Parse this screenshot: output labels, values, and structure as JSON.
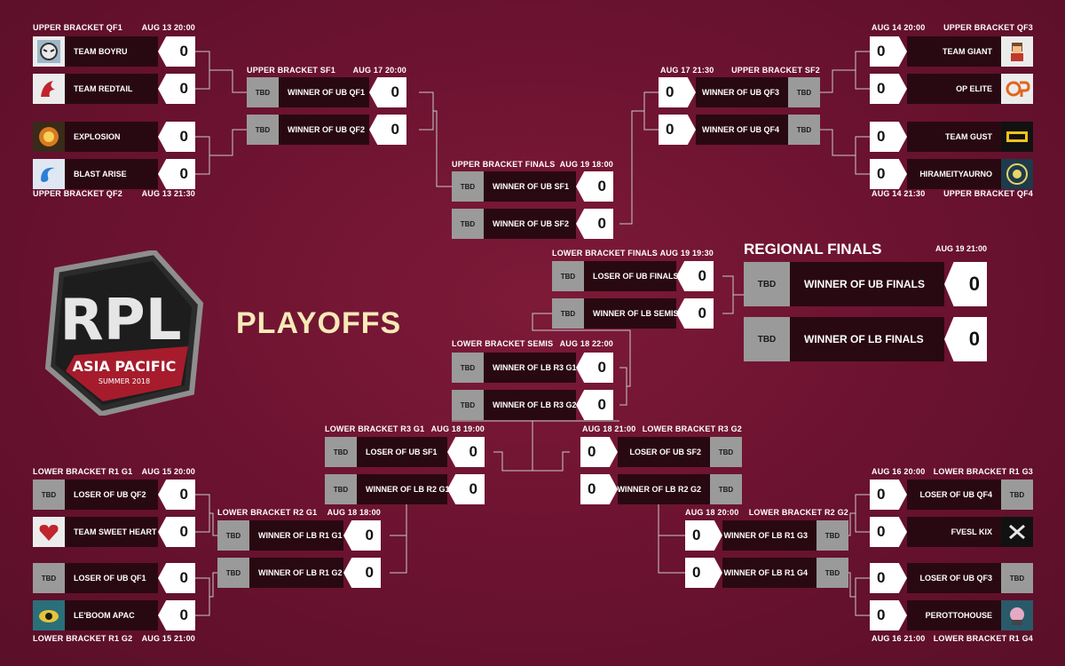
{
  "title": "PLAYOFFS",
  "logo": {
    "main": "RPL",
    "sub": "ASIA PACIFIC",
    "season": "SUMMER 2018"
  },
  "headers": [
    {
      "key": "ubqf1",
      "l": "UPPER BRACKET QF1",
      "r": "AUG 13 20:00"
    },
    {
      "key": "ubqf2",
      "l": "UPPER BRACKET QF2",
      "r": "AUG 13 21:30"
    },
    {
      "key": "ubsf1",
      "l": "UPPER BRACKET SF1",
      "r": "AUG 17 20:00"
    },
    {
      "key": "ubf",
      "l": "UPPER BRACKET FINALS",
      "r": "AUG 19 18:00"
    },
    {
      "key": "ubsf2",
      "l": "AUG 17 21:30",
      "r": "UPPER BRACKET SF2"
    },
    {
      "key": "ubqf3",
      "l": "AUG 14 20:00",
      "r": "UPPER BRACKET QF3"
    },
    {
      "key": "ubqf4",
      "l": "AUG 14 21:30",
      "r": "UPPER BRACKET QF4"
    },
    {
      "key": "lbf",
      "l": "LOWER BRACKET FINALS",
      "r": "AUG 19 19:30"
    },
    {
      "key": "lbsemis",
      "l": "LOWER BRACKET SEMIS",
      "r": "AUG 18 22:00"
    },
    {
      "key": "lbr3g1",
      "l": "LOWER BRACKET R3 G1",
      "r": "AUG 18 19:00"
    },
    {
      "key": "lbr3g2",
      "l": "AUG 18 21:00",
      "r": "LOWER BRACKET R3 G2"
    },
    {
      "key": "lbr1g1",
      "l": "LOWER BRACKET R1 G1",
      "r": "AUG 15 20:00"
    },
    {
      "key": "lbr1g2",
      "l": "LOWER BRACKET R1 G2",
      "r": "AUG 15 21:00"
    },
    {
      "key": "lbr2g1",
      "l": "LOWER BRACKET R2 G1",
      "r": "AUG 18 18:00"
    },
    {
      "key": "lbr2g2",
      "l": "AUG 18 20:00",
      "r": "LOWER BRACKET R2 G2"
    },
    {
      "key": "lbr1g3",
      "l": "AUG 16 20:00",
      "r": "LOWER BRACKET R1 G3"
    },
    {
      "key": "lbr1g4",
      "l": "AUG 16 21:00",
      "r": "LOWER BRACKET R1 G4"
    }
  ],
  "regional_finals": {
    "title": "REGIONAL FINALS",
    "date": "AUG 19 21:00"
  },
  "rows": [
    {
      "key": "r1",
      "name": "TEAM BOYRU",
      "score": "0",
      "logo": "tiger-logo"
    },
    {
      "key": "r2",
      "name": "TEAM REDTAIL",
      "score": "0",
      "logo": "dragon-logo"
    },
    {
      "key": "r3",
      "name": "EXPLOSION",
      "score": "0",
      "logo": "explosion-logo"
    },
    {
      "key": "r4",
      "name": "BLAST ARISE",
      "score": "0",
      "logo": "wave-logo"
    },
    {
      "key": "r5",
      "name": "WINNER OF UB QF1",
      "score": "0",
      "badge": "TBD"
    },
    {
      "key": "r6",
      "name": "WINNER OF UB QF2",
      "score": "0",
      "badge": "TBD"
    },
    {
      "key": "r7",
      "name": "WINNER OF UB SF1",
      "score": "0",
      "badge": "TBD"
    },
    {
      "key": "r8",
      "name": "WINNER OF UB SF2",
      "score": "0",
      "badge": "TBD"
    },
    {
      "key": "r9",
      "name": "WINNER OF UB QF3",
      "score": "0",
      "badge": "TBD"
    },
    {
      "key": "r10",
      "name": "WINNER OF UB QF4",
      "score": "0",
      "badge": "TBD"
    },
    {
      "key": "r11",
      "name": "TEAM GIANT",
      "score": "0",
      "logo": "pixel-giant-logo"
    },
    {
      "key": "r12",
      "name": "OP ELITE",
      "score": "0",
      "logo": "op-logo"
    },
    {
      "key": "r13",
      "name": "TEAM GUST",
      "score": "0",
      "logo": "gust-logo"
    },
    {
      "key": "r14",
      "name": "HIRAMEITYAURNO",
      "score": "0",
      "logo": "crest-logo"
    },
    {
      "key": "r15",
      "name": "LOSER OF UB FINALS",
      "score": "0",
      "badge": "TBD"
    },
    {
      "key": "r16",
      "name": "WINNER OF LB SEMIS",
      "score": "0",
      "badge": "TBD"
    },
    {
      "key": "r17",
      "name": "WINNER OF UB FINALS",
      "score": "0",
      "badge": "TBD"
    },
    {
      "key": "r18",
      "name": "WINNER OF LB FINALS",
      "score": "0",
      "badge": "TBD"
    },
    {
      "key": "r19",
      "name": "WINNER OF LB R3 G1",
      "score": "0",
      "badge": "TBD"
    },
    {
      "key": "r20",
      "name": "WINNER OF LB R3 G2",
      "score": "0",
      "badge": "TBD"
    },
    {
      "key": "r21",
      "name": "LOSER OF UB SF1",
      "score": "0",
      "badge": "TBD"
    },
    {
      "key": "r22",
      "name": "WINNER OF LB R2 G1",
      "score": "0",
      "badge": "TBD"
    },
    {
      "key": "r23",
      "name": "LOSER OF UB SF2",
      "score": "0",
      "badge": "TBD"
    },
    {
      "key": "r24",
      "name": "WINNER OF LB R2 G2",
      "score": "0",
      "badge": "TBD"
    },
    {
      "key": "r25",
      "name": "LOSER OF UB QF2",
      "score": "0",
      "badge": "TBD"
    },
    {
      "key": "r26",
      "name": "TEAM SWEET HEART",
      "score": "0",
      "logo": "sweetheart-logo"
    },
    {
      "key": "r27",
      "name": "LOSER OF UB QF1",
      "score": "0",
      "badge": "TBD"
    },
    {
      "key": "r28",
      "name": "LE'BOOM APAC",
      "score": "0",
      "logo": "leboom-logo"
    },
    {
      "key": "r29",
      "name": "WINNER OF LB R1 G1",
      "score": "0",
      "badge": "TBD"
    },
    {
      "key": "r30",
      "name": "WINNER OF LB R1 G2",
      "score": "0",
      "badge": "TBD"
    },
    {
      "key": "r31",
      "name": "WINNER OF LB R1 G3",
      "score": "0",
      "badge": "TBD"
    },
    {
      "key": "r32",
      "name": "WINNER OF LB R1 G4",
      "score": "0",
      "badge": "TBD"
    },
    {
      "key": "r33",
      "name": "LOSER OF UB QF4",
      "score": "0",
      "badge": "TBD"
    },
    {
      "key": "r34",
      "name": "FVESL KIX",
      "score": "0",
      "logo": "kix-logo"
    },
    {
      "key": "r35",
      "name": "LOSER OF UB QF3",
      "score": "0",
      "badge": "TBD"
    },
    {
      "key": "r36",
      "name": "PEROTTOHOUSE",
      "score": "0",
      "logo": "perotto-logo"
    }
  ],
  "colors": {
    "background": "#6f1430",
    "bar": "#290911",
    "score_bg": "#ffffff",
    "tbd_bg": "#9a9a9a",
    "title": "#f7eab8",
    "line": "#c9c9c9"
  }
}
